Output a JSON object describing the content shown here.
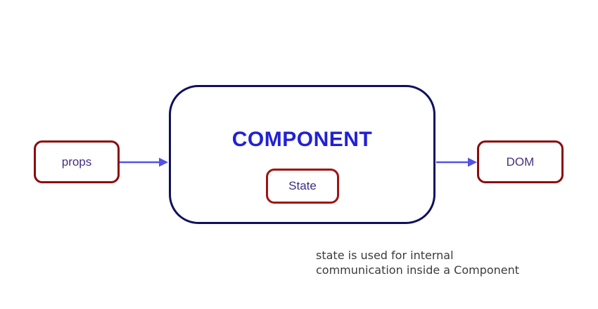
{
  "diagram": {
    "nodes": {
      "props": {
        "label": "props"
      },
      "component": {
        "label": "COMPONENT"
      },
      "state": {
        "label": "State"
      },
      "dom": {
        "label": "DOM"
      }
    },
    "caption": {
      "line1": "state is used for internal",
      "line2": "communication inside a Component"
    }
  },
  "colors": {
    "node_border_red": "#8b0b0b",
    "state_border_red": "#a01313",
    "component_border_navy": "#10105e",
    "component_title_blue": "#2121d4",
    "node_label_indigo": "#45307f",
    "arrow_blue": "#5252e8",
    "caption_gray": "#3b3b3b"
  }
}
